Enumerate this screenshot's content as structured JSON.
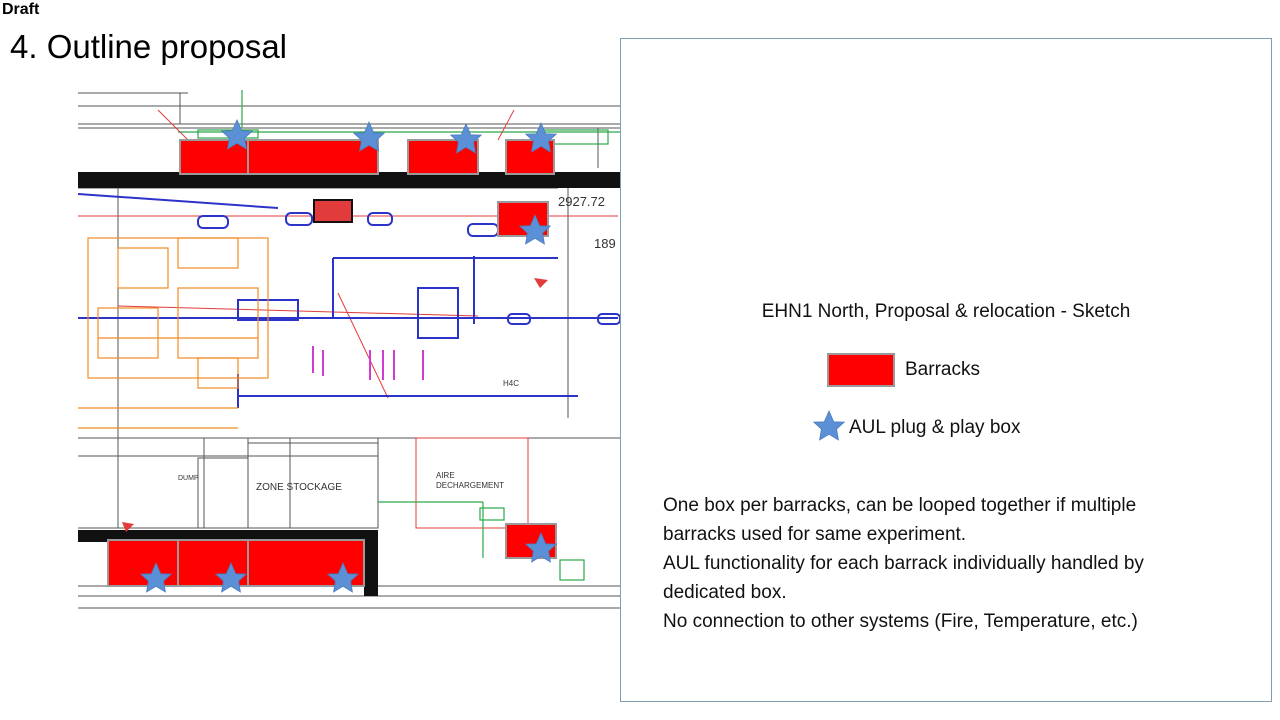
{
  "header": {
    "draft_label": "Draft",
    "title": "4. Outline proposal"
  },
  "plan": {
    "labels": {
      "coordinate": "2927.72",
      "coordinate_partial": "189",
      "zone_stockage": "ZONE STOCKAGE",
      "aire_line1": "AIRE",
      "aire_line2": "DECHARGEMENT",
      "h4c": "H4C",
      "dump": "DUMP"
    },
    "barracks_color": "#ff0000",
    "star_color": "#5b8fd6"
  },
  "legend": {
    "title": "EHN1 North, Proposal & relocation - Sketch",
    "barracks_label": "Barracks",
    "aul_label": "AUL plug & play box"
  },
  "notes": [
    "One box per barracks, can be looped together if multiple",
    "barracks used for same experiment.",
    "AUL functionality for each barrack individually handled by",
    "dedicated box.",
    "No connection to other systems (Fire, Temperature, etc.)"
  ]
}
